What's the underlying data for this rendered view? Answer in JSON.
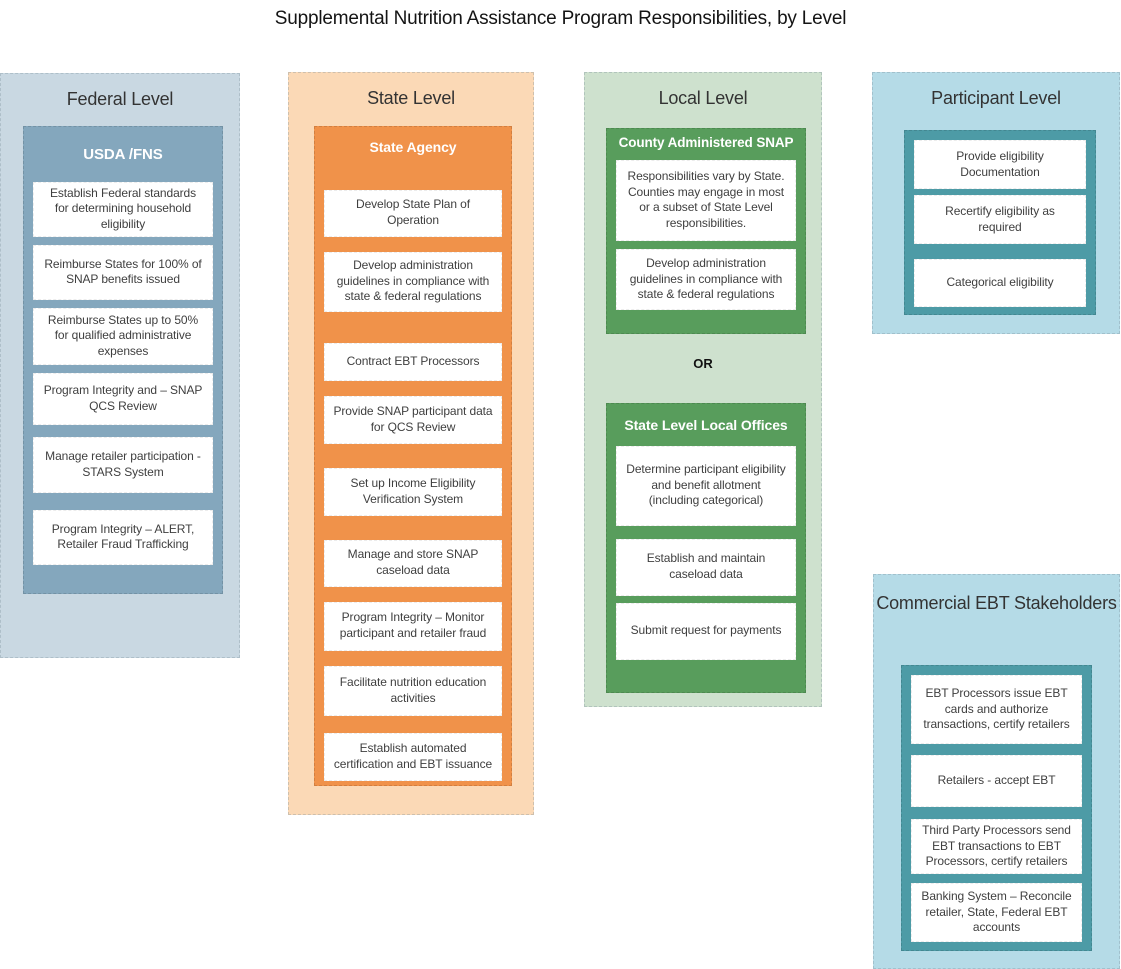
{
  "title": "Supplemental Nutrition Assistance Program Responsibilities, by Level",
  "colors": {
    "federal_panel": "#c9d8e2",
    "federal_group": "#84a7bd",
    "state_panel": "#fbd9b6",
    "state_group": "#f0924a",
    "local_panel": "#cee1ce",
    "local_group": "#589d5c",
    "participant_panel": "#b5dbe7",
    "teal_group": "#4d9ba6",
    "item_background": "#ffffff",
    "item_text": "#3f3f3f"
  },
  "federal": {
    "level_label": "Federal Level",
    "group_title": "USDA /FNS",
    "items": [
      "Establish Federal standards for determining household eligibility",
      "Reimburse States for 100% of SNAP benefits issued",
      "Reimburse States up to 50% for qualified administrative expenses",
      "Program Integrity and – SNAP QCS Review",
      "Manage retailer participation - STARS System",
      "Program Integrity – ALERT, Retailer Fraud Trafficking"
    ]
  },
  "state": {
    "level_label": "State Level",
    "group_title": "State Agency",
    "items": [
      "Develop State Plan of Operation",
      "Develop administration guidelines in compliance with state & federal regulations",
      "Contract EBT Processors",
      "Provide SNAP participant data for QCS Review",
      "Set up Income Eligibility Verification System",
      "Manage and store SNAP caseload data",
      "Program Integrity – Monitor participant and retailer fraud",
      "Facilitate nutrition education activities",
      "Establish automated certification and EBT issuance"
    ]
  },
  "local": {
    "level_label": "Local Level",
    "or_label": "OR",
    "county_group": {
      "title": "County Administered SNAP",
      "items": [
        "Responsibilities vary by State. Counties may engage in most or a subset of State Level responsibilities.",
        "Develop administration guidelines in compliance with state & federal regulations"
      ]
    },
    "offices_group": {
      "title": "State Level Local Offices",
      "items": [
        "Determine participant eligibility and benefit allotment (including categorical)",
        "Establish and maintain caseload data",
        "Submit request for payments"
      ]
    }
  },
  "participant": {
    "level_label": "Participant Level",
    "items": [
      "Provide eligibility Documentation",
      "Recertify eligibility as required",
      "Categorical eligibility"
    ]
  },
  "commercial": {
    "level_label": "Commercial EBT Stakeholders",
    "items": [
      "EBT Processors issue EBT cards and authorize transactions, certify retailers",
      "Retailers - accept EBT",
      "Third Party Processors send EBT transactions to EBT Processors, certify retailers",
      "Banking System – Reconcile retailer, State, Federal EBT accounts"
    ]
  }
}
